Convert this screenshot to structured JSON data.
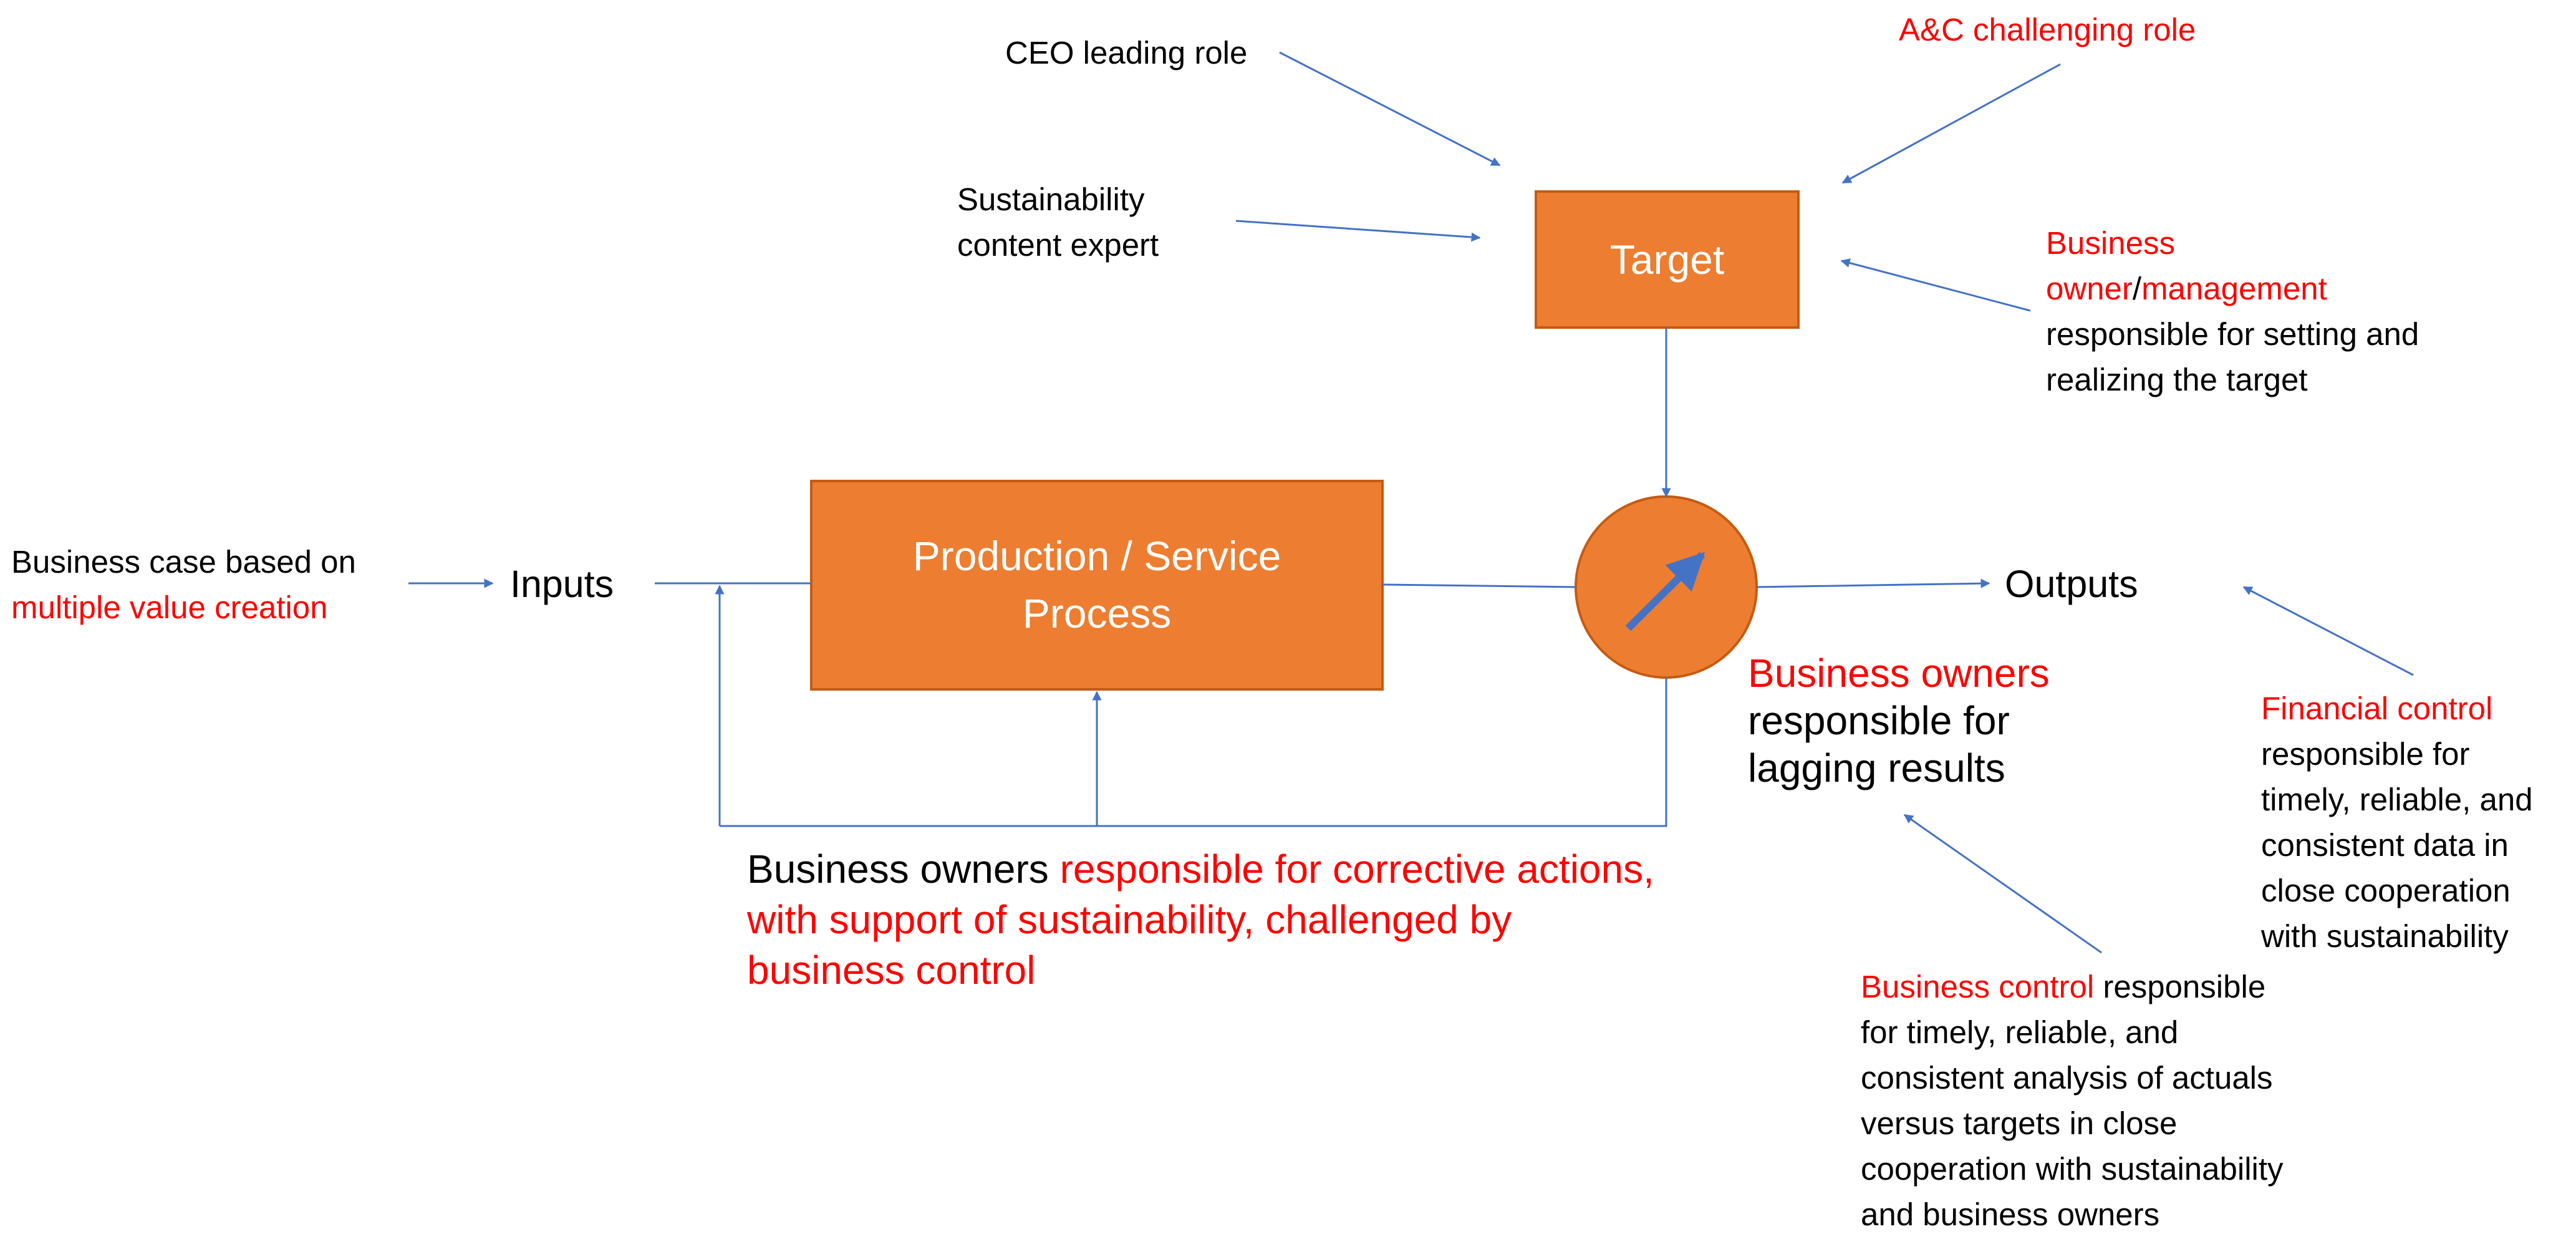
{
  "colors": {
    "box_fill": "#ed7d31",
    "box_border": "#c55a11",
    "arrow": "#4472c4",
    "highlight_text": "#ff0000",
    "normal_text": "#000000"
  },
  "boxes": {
    "target": "Target",
    "process_line1": "Production / Service",
    "process_line2": "Process"
  },
  "gauge": {
    "icon": "gauge-needle-arrow-icon"
  },
  "flow": {
    "inputs": "Inputs",
    "outputs": "Outputs"
  },
  "labels": {
    "ceo": "CEO leading role",
    "ac": "A&C challenging role",
    "sustainability_line1": "Sustainability",
    "sustainability_line2": "content expert",
    "business_owner": {
      "line1": "Business",
      "line2_red": "owner",
      "line2_sep": "/",
      "line2_red2": "management",
      "line3": "responsible for setting and",
      "line4": "realizing the target"
    },
    "business_case": {
      "line1": "Business case based on",
      "line2_red": "multiple value creation"
    },
    "lagging": {
      "line1_red": "Business owners",
      "line2": "responsible for",
      "line3": "lagging results"
    },
    "corrective": {
      "line1_black": "Business owners ",
      "line1_red": "responsible for corrective actions,",
      "line2_red": "with support of sustainability, challenged by",
      "line3_red": "business control"
    },
    "financial_control": {
      "line1_red": "Financial control",
      "line2": "responsible for",
      "line3": "timely, reliable, and",
      "line4": "consistent data in",
      "line5": "close cooperation",
      "line6": "with sustainability"
    },
    "business_control": {
      "line1_red": "Business control",
      "line1_black": " responsible",
      "line2": "for timely, reliable, and",
      "line3": "consistent analysis of actuals",
      "line4": "versus targets in close",
      "line5": "cooperation with sustainability",
      "line6": "and business owners"
    }
  }
}
